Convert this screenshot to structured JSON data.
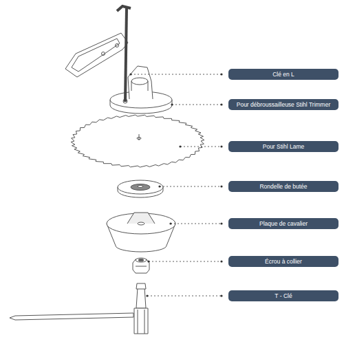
{
  "diagram": {
    "nodes": [
      {
        "text": [
          "Clé en L"
        ]
      },
      {
        "text": [
          "Pour débroussailleuse Stihl Trimmer"
        ]
      },
      {
        "text": [
          "Pour Stihl Lame"
        ]
      },
      {
        "text": [
          "Rondelle de butée"
        ]
      },
      {
        "text": [
          "Plaque de cavalier"
        ]
      },
      {
        "text": [
          "Écrou à collier"
        ]
      },
      {
        "text": [
          "T - Clé"
        ]
      }
    ]
  }
}
